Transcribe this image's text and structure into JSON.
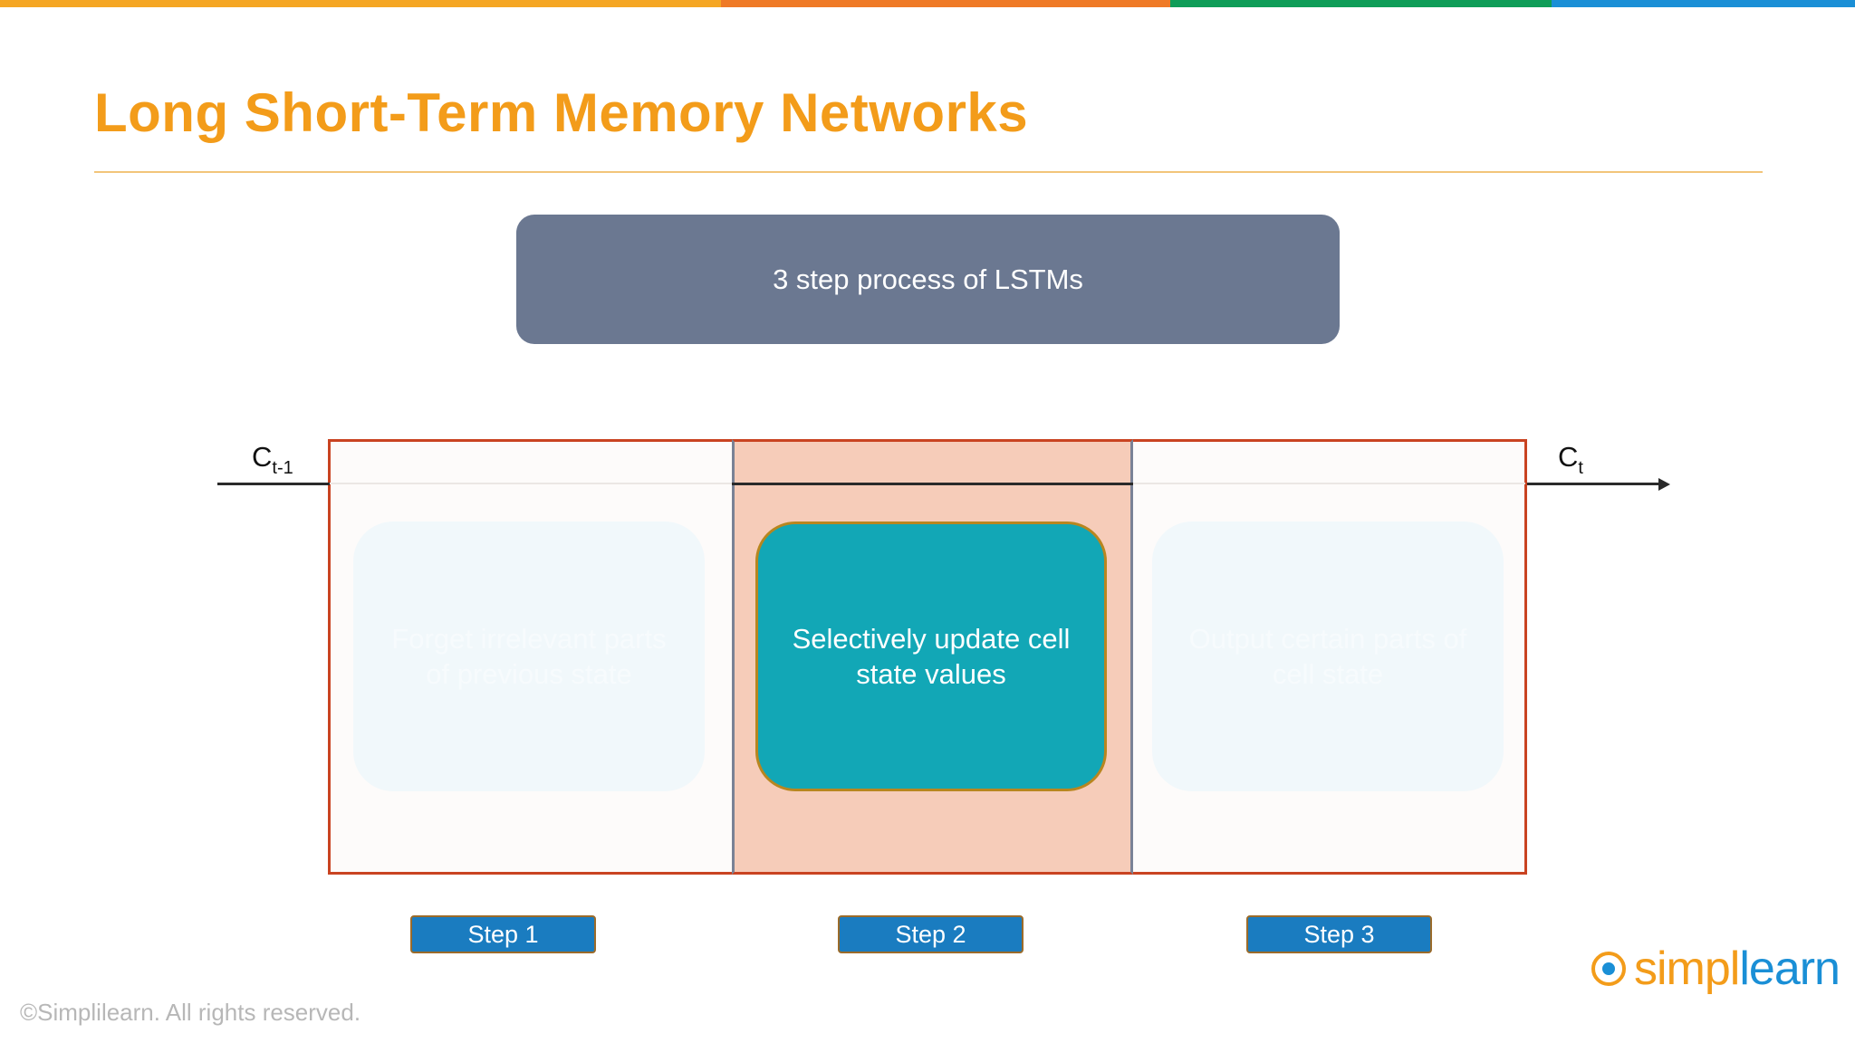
{
  "slide": {
    "title": "Long Short-Term Memory Networks",
    "header": "3 step process of LSTMs"
  },
  "diagram": {
    "input_label": "C",
    "input_sub": "t-1",
    "output_label": "C",
    "output_sub": "t",
    "steps": [
      {
        "text": "Forget irrelevant parts of previous state",
        "button": "Step 1",
        "active": false
      },
      {
        "text": "Selectively update cell state values",
        "button": "Step 2",
        "active": true
      },
      {
        "text": "Output certain parts of cell state",
        "button": "Step 3",
        "active": false
      }
    ]
  },
  "footer": {
    "copyright": "©Simplilearn. All rights reserved.",
    "logo_part1": "simpl",
    "logo_part2": "learn",
    "logo_icon": "simplilearn-logo-icon"
  },
  "colors": {
    "title": "#f39c1a",
    "header_box": "#6b7891",
    "frame": "#c94321",
    "active_column": "#f6ccb9",
    "active_card": "#12a7b6",
    "step_button": "#1a7cc0",
    "stripe": [
      "#f5a623",
      "#ef7a26",
      "#0f9d58",
      "#1a8fd6"
    ]
  }
}
